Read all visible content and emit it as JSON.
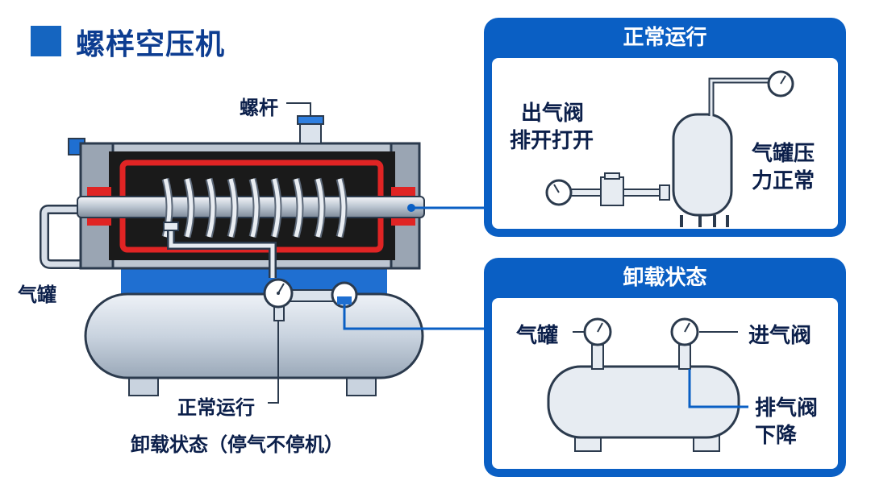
{
  "title": "螺样空压机",
  "main_labels": {
    "screw": "螺杆",
    "tank": "气罐",
    "normal": "正常运行",
    "unload": "卸载状态（停气不停机）"
  },
  "panel_normal": {
    "header": "正常运行",
    "valve_label_line1": "出气阀",
    "valve_label_line2": "排开打开",
    "tank_label_line1": "气罐压",
    "tank_label_line2": "力正常"
  },
  "panel_unload": {
    "header": "卸载状态",
    "tank_label": "气罐",
    "inlet_label": "进气阀",
    "exhaust_label_line1": "排气阀",
    "exhaust_label_line2": "下降"
  },
  "colors": {
    "brand_blue": "#0a5fc4",
    "heading_blue": "#0d3d91",
    "red_chamber": "#e02424",
    "steel": "#cfd8e3"
  }
}
